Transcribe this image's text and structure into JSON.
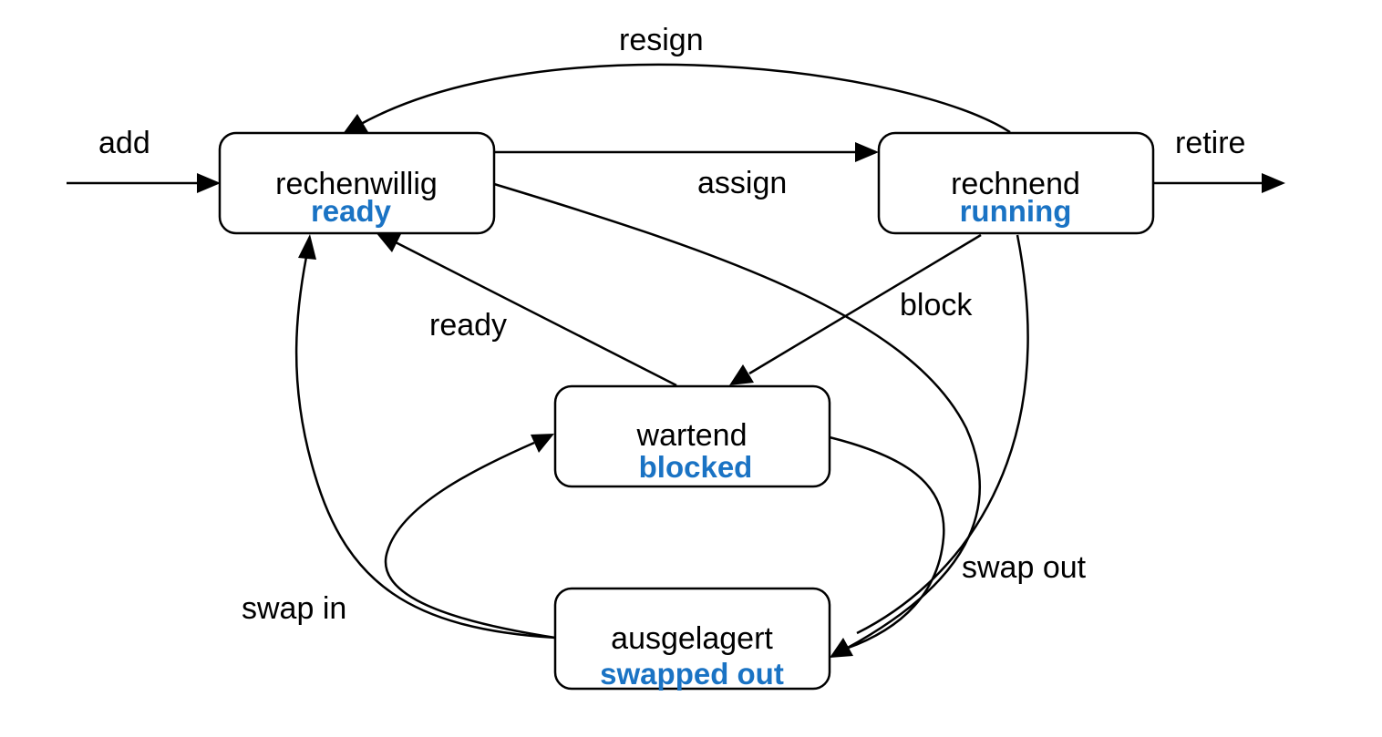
{
  "colors": {
    "english_label": "#1a73c4",
    "stroke": "#000000"
  },
  "states": {
    "ready": {
      "de": "rechenwillig",
      "en": "ready"
    },
    "running": {
      "de": "rechnend",
      "en": "running"
    },
    "blocked": {
      "de": "wartend",
      "en": "blocked"
    },
    "swapped": {
      "de": "ausgelagert",
      "en": "swapped out"
    }
  },
  "transitions": {
    "add": "add",
    "retire": "retire",
    "assign": "assign",
    "resign": "resign",
    "block": "block",
    "ready": "ready",
    "swap_in": "swap in",
    "swap_out": "swap out"
  }
}
